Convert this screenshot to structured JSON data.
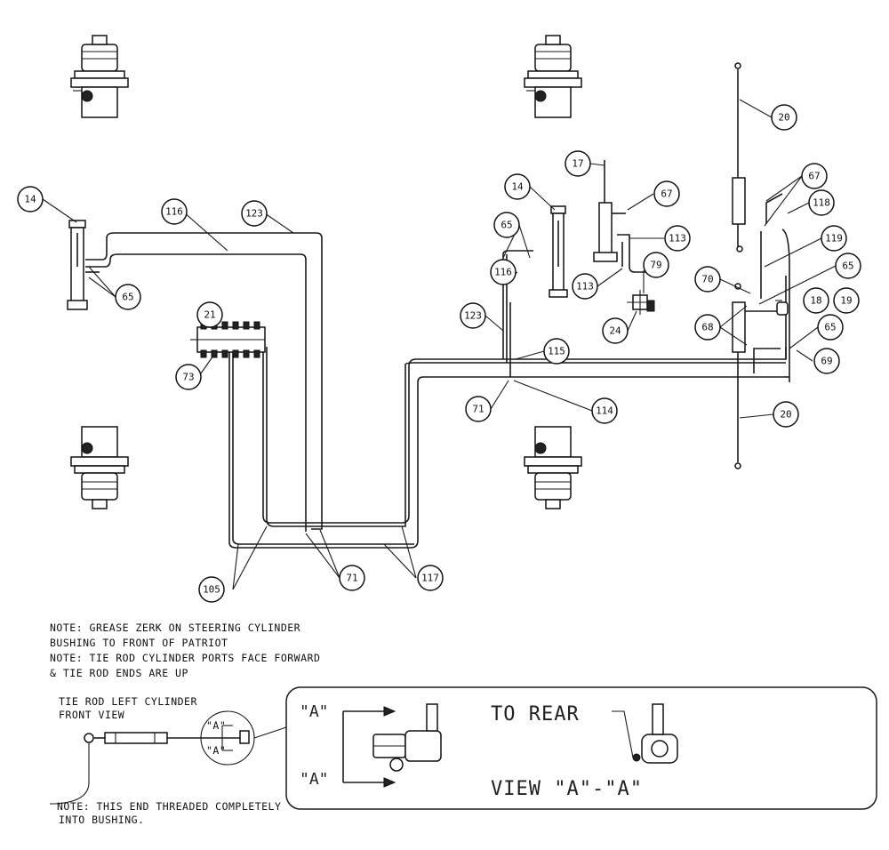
{
  "notes": {
    "line1": "NOTE: GREASE ZERK ON STEERING CYLINDER",
    "line2": "BUSHING TO FRONT OF PATRIOT",
    "line3": "NOTE: TIE ROD CYLINDER PORTS FACE FORWARD",
    "line4": "& TIE ROD ENDS ARE UP",
    "front_view_1": "TIE ROD LEFT CYLINDER",
    "front_view_2": "FRONT VIEW",
    "thread_note_1": "NOTE: THIS END THREADED COMPLETELY",
    "thread_note_2": "INTO BUSHING."
  },
  "detail": {
    "section_a_top": "\"A\"",
    "section_a_bottom": "\"A\"",
    "to_rear": "TO REAR",
    "view_label": "VIEW \"A\"-\"A\"",
    "small_a_top": "\"A\"",
    "small_a_bottom": "\"A\""
  },
  "callouts": {
    "c14_left": "14",
    "c116_left": "116",
    "c123_left": "123",
    "c65_left": "65",
    "c21": "21",
    "c73": "73",
    "c105": "105",
    "c71_bottom": "71",
    "c117": "117",
    "c17": "17",
    "c14_mid": "14",
    "c67_mid": "67",
    "c65_mid": "65",
    "c113_a": "113",
    "c113_b": "113",
    "c79": "79",
    "c116_mid": "116",
    "c123_mid": "123",
    "c24": "24",
    "c115": "115",
    "c71_mid": "71",
    "c114": "114",
    "c20_top": "20",
    "c67_right": "67",
    "c118": "118",
    "c119": "119",
    "c65_right_a": "65",
    "c70": "70",
    "c18": "18",
    "c19": "19",
    "c68": "68",
    "c65_right_b": "65",
    "c69": "69",
    "c20_bottom": "20"
  }
}
